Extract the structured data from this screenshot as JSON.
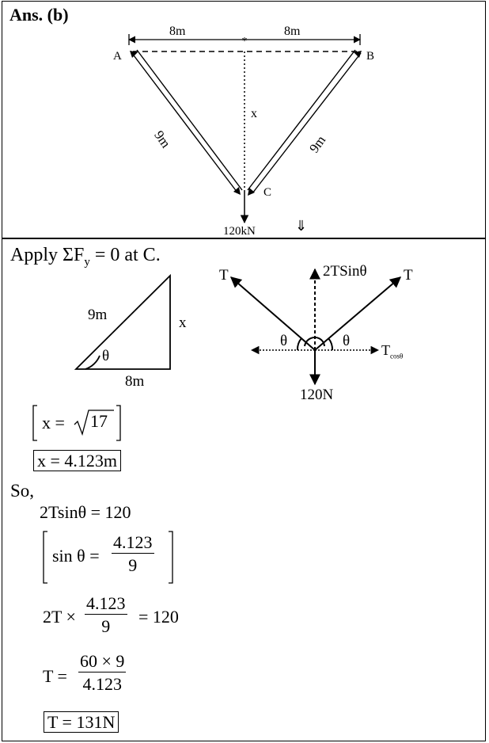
{
  "header": {
    "answer": "Ans. (b)"
  },
  "figure1": {
    "span_left": "8m",
    "span_right": "8m",
    "label_a": "A",
    "label_b": "B",
    "label_c": "C",
    "sag": "x",
    "member_left": "9m",
    "member_right": "9m",
    "load": "120kN",
    "arrow_glyph": "⇓"
  },
  "solution": {
    "intro": "Apply ΣF",
    "intro_sub": "y",
    "intro_tail": " = 0 at C.",
    "triangle": {
      "hyp": "9m",
      "vert": "x",
      "base": "8m",
      "angle": "θ"
    },
    "fbd": {
      "t_left": "T",
      "t_right": "T",
      "vertical": "2TSinθ",
      "theta_left": "θ",
      "theta_right": "θ",
      "tcos": "T",
      "tcos_sub": "cosθ",
      "load": "120N"
    },
    "eq1_lhs": "x = ",
    "eq1_rad": "17",
    "eq2": "x = 4.123m",
    "so": "So,",
    "eq3": "2Tsinθ = 120",
    "eq4_lhs": "sin θ = ",
    "eq4_num": "4.123",
    "eq4_den": "9",
    "eq5_lhs": "2T ×",
    "eq5_num": "4.123",
    "eq5_den": "9",
    "eq5_rhs": "= 120",
    "eq6_lhs": "T =",
    "eq6_num": "60 × 9",
    "eq6_den": "4.123",
    "eq7": "T = 131N"
  }
}
